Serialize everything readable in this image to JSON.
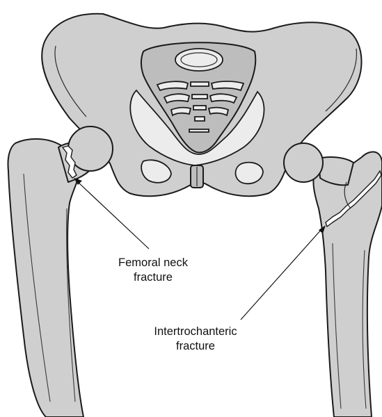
{
  "figure": {
    "annotations": {
      "femoral_neck_fracture": {
        "line1": "Femoral neck",
        "line2": "fracture"
      },
      "intertrochanteric_fracture": {
        "line1": "Intertrochanteric",
        "line2": "fracture"
      }
    }
  }
}
